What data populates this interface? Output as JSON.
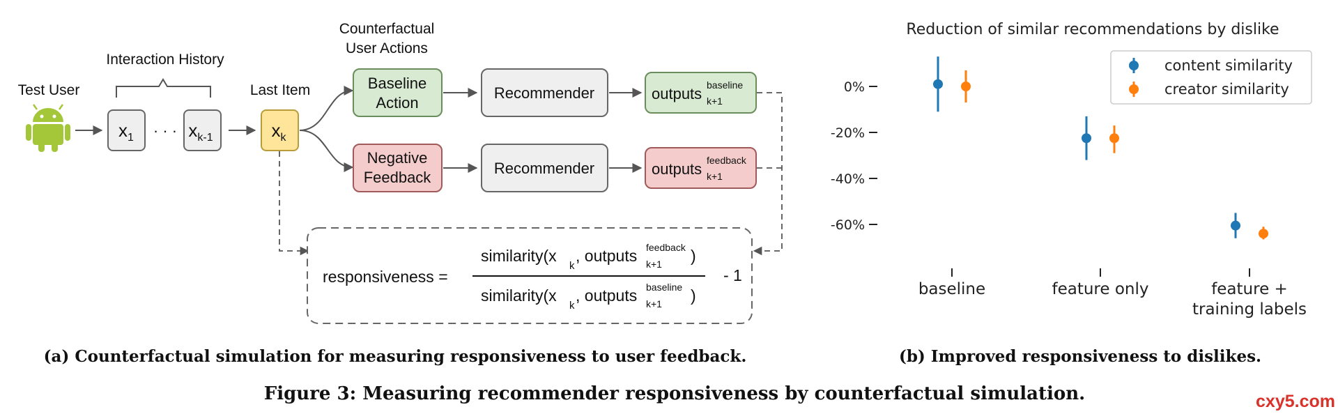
{
  "diagram": {
    "test_user_label": "Test User",
    "interaction_history_label": "Interaction History",
    "last_item_label": "Last Item",
    "counterfactual_label_line1": "Counterfactual",
    "counterfactual_label_line2": "User Actions",
    "x1": {
      "base": "x",
      "sub": "1"
    },
    "ellipsis": "· · ·",
    "xk1": {
      "base": "x",
      "sub": "k-1"
    },
    "xk": {
      "base": "x",
      "sub": "k"
    },
    "baseline_action": [
      "Baseline",
      "Action"
    ],
    "negative_feedback": [
      "Negative",
      "Feedback"
    ],
    "recommender_label": "Recommender",
    "outputs_baseline": {
      "base": "outputs",
      "sup": "baseline",
      "sub": "k+1"
    },
    "outputs_feedback": {
      "base": "outputs",
      "sup": "feedback",
      "sub": "k+1"
    },
    "colors": {
      "green_fill": "#d9ead3",
      "green_stroke": "#6a8d5c",
      "red_fill": "#f4cccc",
      "red_stroke": "#a05a5a",
      "grey_fill": "#efefef",
      "grey_stroke": "#666666",
      "yellow_fill": "#ffe599",
      "yellow_stroke": "#b89b3a",
      "android": "#a4c639"
    },
    "formula": {
      "lhs": "responsiveness =",
      "num_text": "similarity(x",
      "num_sub": "k",
      "num_mid": " , outputs",
      "num_sup": "feedback",
      "num_sub2": "k+1",
      "num_close": " )",
      "den_text": "similarity(x",
      "den_sub": "k",
      "den_mid": " , outputs",
      "den_sup": "baseline",
      "den_sub2": "k+1",
      "den_close": " )",
      "minus": "- 1"
    }
  },
  "chart_data": {
    "type": "scatter",
    "title": "Reduction of similar recommendations by dislike",
    "xlabel": "",
    "ylabel": "",
    "categories": [
      "baseline",
      "feature only",
      "feature + training labels"
    ],
    "category_lines": [
      [
        "baseline"
      ],
      [
        "feature only"
      ],
      [
        "feature +",
        "training labels"
      ]
    ],
    "y_ticks": [
      0,
      -20,
      -40,
      -60
    ],
    "y_tick_labels": [
      "0%",
      "-20%",
      "-40%",
      "-60%"
    ],
    "ylim": [
      -68,
      16
    ],
    "legend_placement": "top-right",
    "grid": false,
    "series": [
      {
        "name": "content similarity",
        "color": "#1f77b4",
        "values": [
          1,
          -22.5,
          -60.5
        ],
        "err_low": [
          -11,
          -32,
          -66
        ],
        "err_high": [
          13,
          -13,
          -55
        ]
      },
      {
        "name": "creator similarity",
        "color": "#ff7f0e",
        "values": [
          0,
          -22.5,
          -64
        ],
        "err_low": [
          -7,
          -29,
          -66.5
        ],
        "err_high": [
          7,
          -17,
          -61
        ]
      }
    ]
  },
  "captions": {
    "sub_a": "(a) Counterfactual simulation for measuring responsiveness to user feedback.",
    "sub_b": "(b) Improved responsiveness to dislikes.",
    "main": "Figure 3: Measuring recommender responsiveness by counterfactual simulation."
  },
  "watermark": "cxy5.com"
}
